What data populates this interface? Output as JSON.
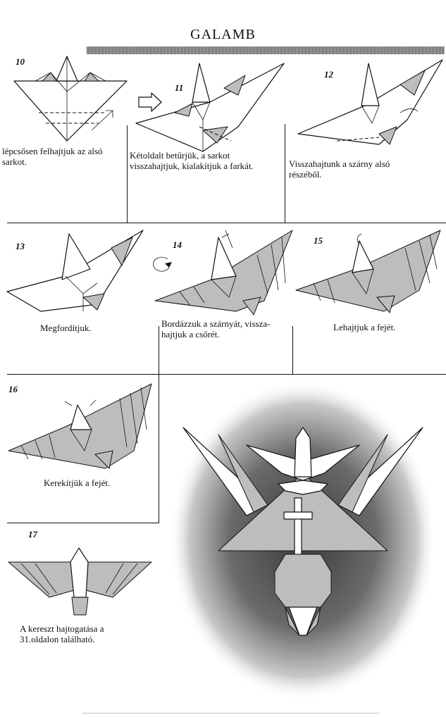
{
  "title": "GALAMB",
  "steps": [
    {
      "num": "10",
      "caption": "lépcsősen felhajtjuk az alsó\nsarkot."
    },
    {
      "num": "11",
      "caption": "Kétoldalt betűrjük, a sarkot\nvisszahajtjuk, kialakítjuk a farkát."
    },
    {
      "num": "12",
      "caption": "Visszahajtunk a szárny alsó\nrészéből."
    },
    {
      "num": "13",
      "caption": "Megfordítjuk."
    },
    {
      "num": "14",
      "caption": "Bordázzuk a szárnyát, vissza-\nhajtjuk a csőrét."
    },
    {
      "num": "15",
      "caption": "Lehajtjuk a fejét."
    },
    {
      "num": "16",
      "caption": "Kerekítjük a fejét."
    },
    {
      "num": "17",
      "caption": "A kereszt hajtogatása a\n31.oldalon található."
    }
  ]
}
